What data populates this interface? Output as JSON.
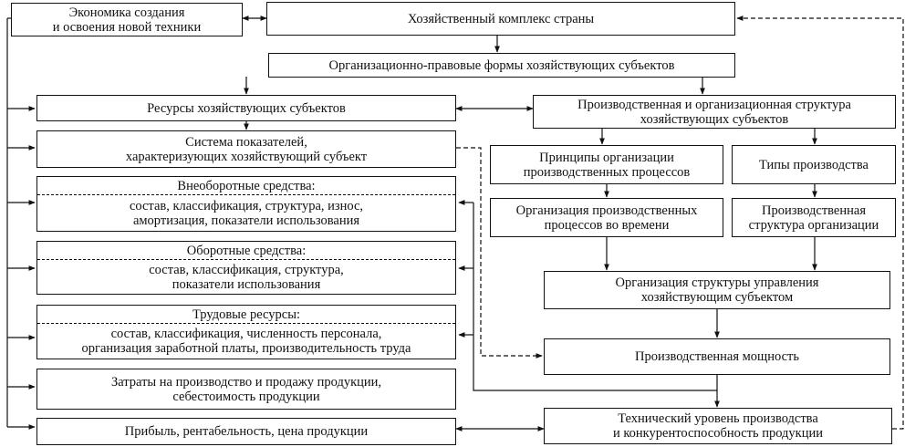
{
  "nodes": {
    "economics": [
      "Экономика создания",
      "и освоения новой техники"
    ],
    "complex": [
      "Хозяйственный комплекс страны"
    ],
    "legal_forms": [
      "Организационно-правовые формы хозяйствующих субъектов"
    ],
    "resources": [
      "Ресурсы хозяйствующих субъектов"
    ],
    "structure": [
      "Производственная и организационная структура",
      "хозяйствующих субъектов"
    ],
    "indicators": [
      "Система показателей,",
      "характеризующих хозяйствующий субъект"
    ],
    "principles": [
      "Принципы организации",
      "производственных процессов"
    ],
    "types": [
      "Типы производства"
    ],
    "fixed_assets": {
      "head": "Внеоборотные средства:",
      "body": [
        "состав, классификация, структура, износ,",
        "амортизация, показатели использования"
      ]
    },
    "time_org": [
      "Организация производственных",
      "процессов во времени"
    ],
    "prod_structure": [
      "Производственная",
      "структура организации"
    ],
    "current_assets": {
      "head": "Оборотные средства:",
      "body": [
        "состав, классификация, структура,",
        "показатели использования"
      ]
    },
    "mgmt_structure": [
      "Организация структуры управления",
      "хозяйствующим субъектом"
    ],
    "labor": {
      "head": "Трудовые ресурсы:",
      "body": [
        "состав, классификация, численность персонала,",
        "организация заработной платы, производительность труда"
      ]
    },
    "capacity": [
      "Производственная мощность"
    ],
    "costs": [
      "Затраты на производство и продажу продукции,",
      "себестоимость продукции"
    ],
    "profit": [
      "Прибыль, рентабельность, цена продукции"
    ],
    "tech_level": [
      "Технический уровень производства",
      "и конкурентоспособность продукции"
    ]
  }
}
